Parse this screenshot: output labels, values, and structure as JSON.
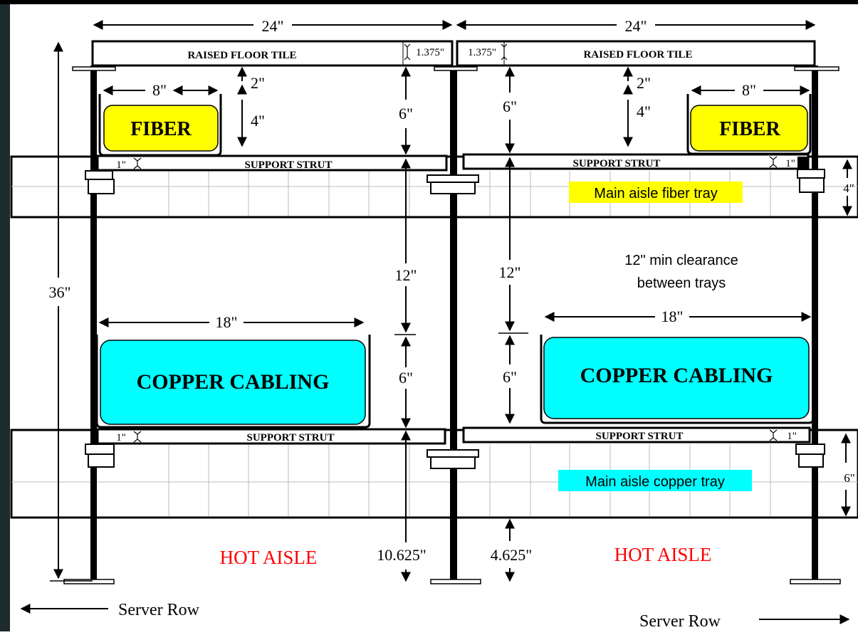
{
  "dims": {
    "width_left": "24\"",
    "width_right": "24\"",
    "tile_thickness_left": "1.375\"",
    "tile_thickness_right": "1.375\"",
    "fiber_width_left": "8\"",
    "fiber_width_right": "8\"",
    "fiber_gap_left": "2\"",
    "fiber_gap_right": "2\"",
    "fiber_height_left": "4\"",
    "fiber_height_right": "4\"",
    "fiber_strut_left": "1\"",
    "fiber_strut_right": "1\"",
    "center_upper_left": "6\"",
    "center_upper_right": "6\"",
    "total_height": "36\"",
    "center_mid_left": "12\"",
    "center_mid_right": "12\"",
    "copper_width_left": "18\"",
    "copper_width_right": "18\"",
    "copper_height_left": "6\"",
    "copper_height_right": "6\"",
    "copper_strut_left": "1\"",
    "copper_strut_right": "1\"",
    "bottom_left": "10.625\"",
    "bottom_right": "4.625\"",
    "fiber_tray_height": "4\"",
    "copper_tray_height": "6\""
  },
  "labels": {
    "raised_floor_tile_left": "RAISED FLOOR TILE",
    "raised_floor_tile_right": "RAISED FLOOR TILE",
    "fiber_left": "FIBER",
    "fiber_right": "FIBER",
    "support_strut_1": "SUPPORT STRUT",
    "support_strut_2": "SUPPORT STRUT",
    "support_strut_3": "SUPPORT STRUT",
    "support_strut_4": "SUPPORT STRUT",
    "copper_left": "COPPER CABLING",
    "copper_right": "COPPER CABLING",
    "main_fiber_tray": "Main aisle fiber tray",
    "main_copper_tray": "Main aisle copper tray",
    "clearance_line1": "12\" min clearance",
    "clearance_line2": "between trays",
    "hot_aisle_left": "HOT AISLE",
    "hot_aisle_right": "HOT AISLE",
    "server_row_left": "Server Row",
    "server_row_right": "Server Row"
  },
  "colors": {
    "fiber": "#ffff00",
    "copper": "#00ffff",
    "hot_aisle": "#ff0000",
    "line": "#000000"
  }
}
